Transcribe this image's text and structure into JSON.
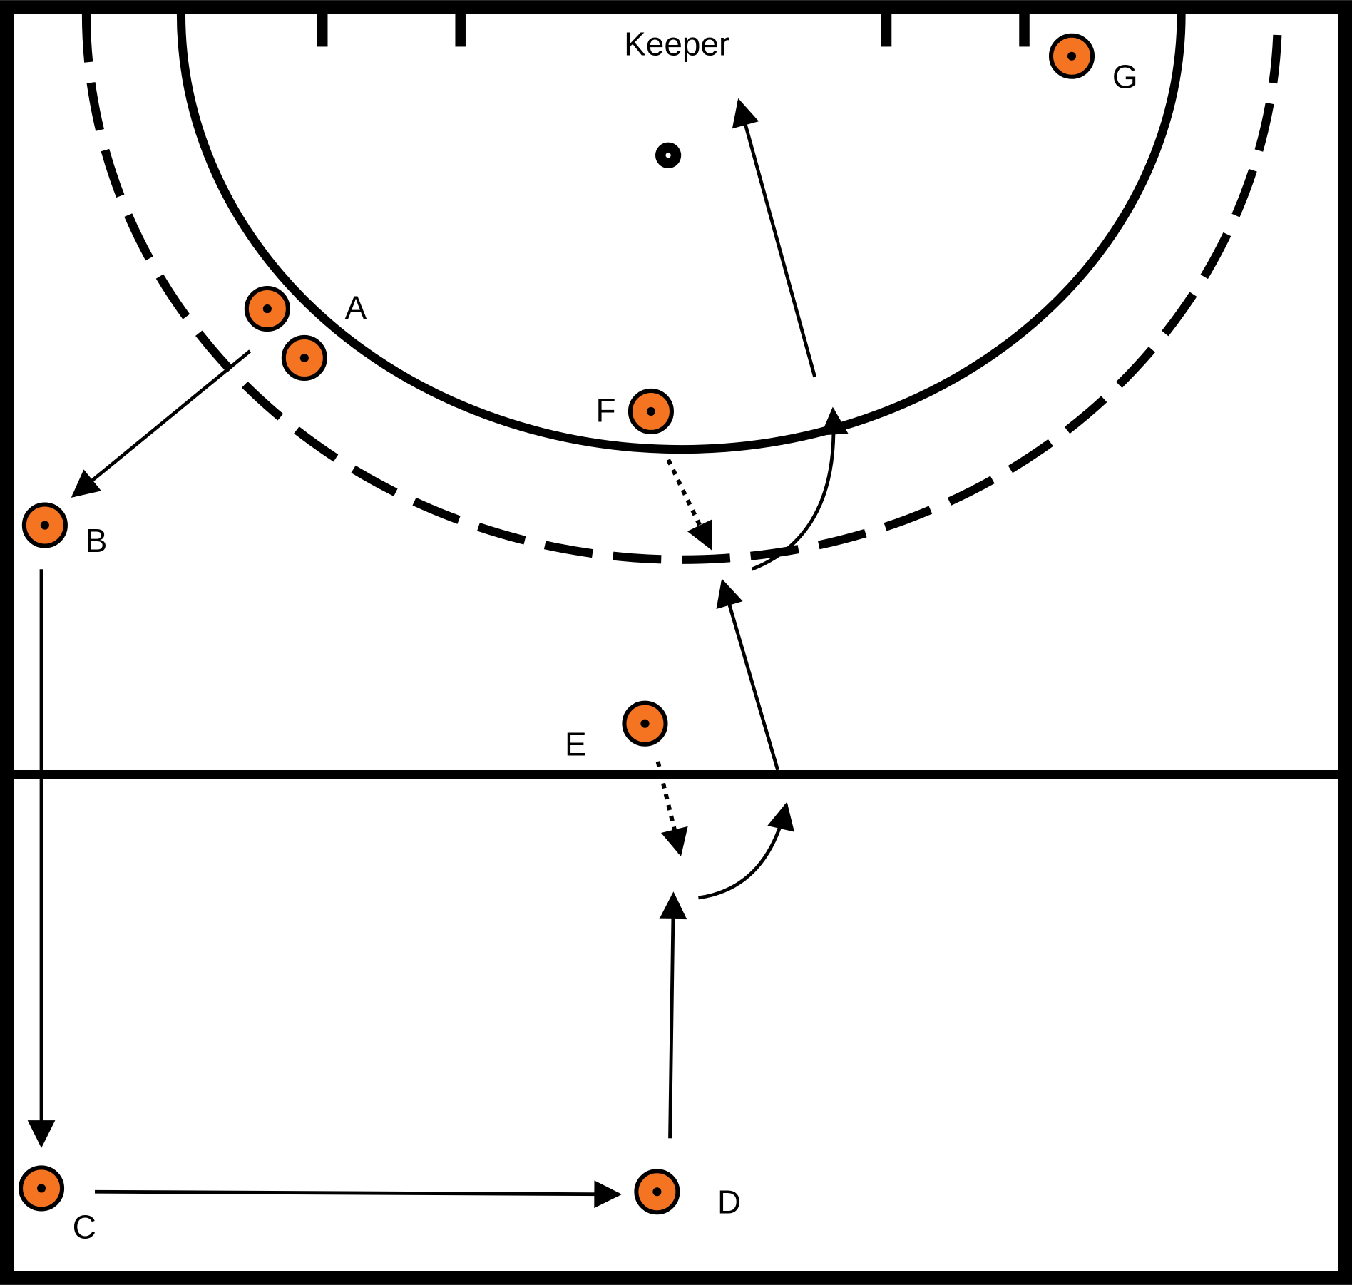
{
  "title": "Keeper",
  "colors": {
    "cone": "#F47421",
    "line": "#000000"
  },
  "players": [
    {
      "id": "G",
      "label": "G"
    },
    {
      "id": "A",
      "label": "A"
    },
    {
      "id": "F",
      "label": "F"
    },
    {
      "id": "B",
      "label": "B"
    },
    {
      "id": "E",
      "label": "E"
    },
    {
      "id": "C",
      "label": "C"
    },
    {
      "id": "D",
      "label": "D"
    }
  ]
}
